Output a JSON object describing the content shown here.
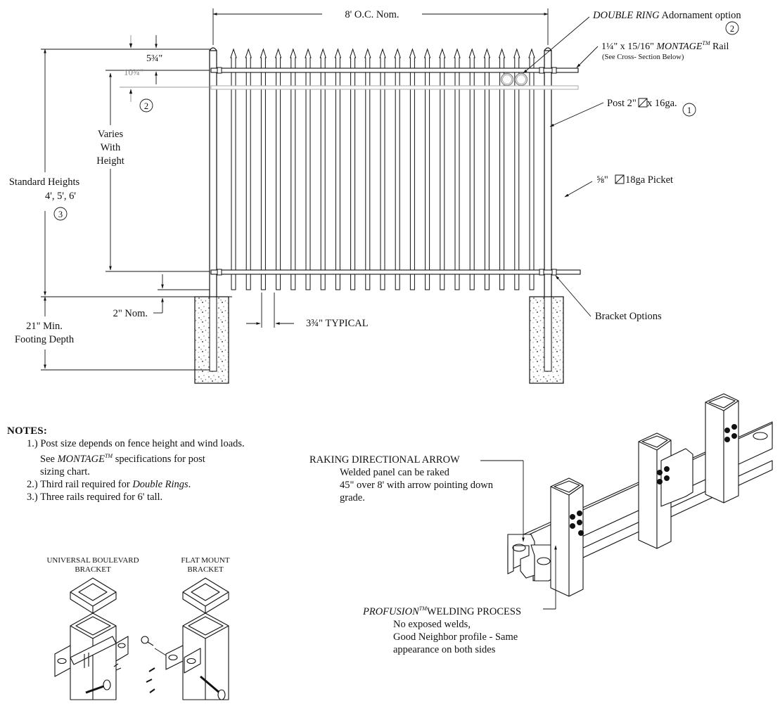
{
  "dimensions": {
    "oc_nominal": "8' O.C. Nom.",
    "top_spike": "5¾\"",
    "ring_gap": "10¾\"",
    "varies": [
      "Varies",
      "With",
      "Height"
    ],
    "standard_heights": [
      "Standard Heights",
      "4', 5', 6'"
    ],
    "circle_3": "3",
    "circle_2_left": "2",
    "ground_gap": "2\" Nom.",
    "picket_spacing": "3¾\"   TYPICAL",
    "footing": [
      "21\" Min.",
      "Footing Depth"
    ]
  },
  "labels": {
    "double_ring_italic": "DOUBLE RING",
    "double_ring_rest": " Adornament option",
    "circle_2_right": "2",
    "rail_prefix": "1¼\" x ",
    "rail_fraction": "15/16\" ",
    "rail_brand": "MONTAGE",
    "rail_tm": "TM",
    "rail_suffix": " Rail",
    "rail_note": "(See Cross- Section Below)",
    "post": "Post 2\"",
    "post_suffix": " x 16ga.",
    "circle_1": "1",
    "picket_prefix": "⅝\"",
    "picket_suffix": " 18ga Picket",
    "bracket_options": "Bracket Options"
  },
  "notes": {
    "heading": "NOTES:",
    "n1_line1": "1.) Post size depends on fence height and wind loads.",
    "n1_line2_pre": "See ",
    "n1_line2_brand": "MONTAGE",
    "n1_line2_tm": "TM",
    "n1_line2_post": " specifications for post",
    "n1_line3": "sizing chart.",
    "n2_pre": "2.) Third rail required for ",
    "n2_italic": "Double Rings",
    "n2_end": ".",
    "n3": "3.) Three rails required for 6' tall."
  },
  "raking": {
    "title": "RAKING DIRECTIONAL ARROW",
    "line1": "Welded panel can be raked",
    "line2": "45\" over 8' with arrow pointing down",
    "line3": "grade."
  },
  "profusion": {
    "brand": "PROFUSION",
    "tm": "TM",
    "title_rest": "WELDING PROCESS",
    "line1": "No exposed welds,",
    "line2": "Good Neighbor profile - Same",
    "line3": "appearance on both sides"
  },
  "brackets": {
    "universal": [
      "UNIVERSAL BOULEVARD",
      "BRACKET"
    ],
    "flat": [
      "FLAT MOUNT",
      "BRACKET"
    ]
  }
}
